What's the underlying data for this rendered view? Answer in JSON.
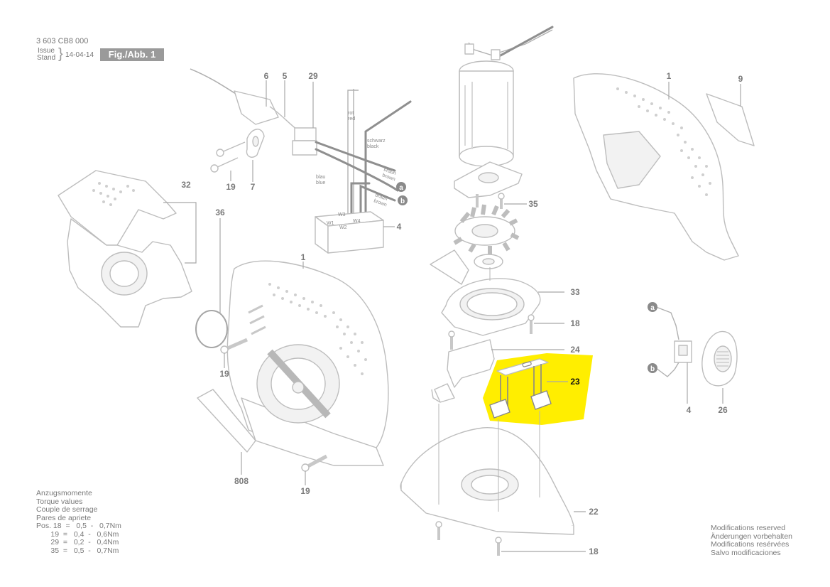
{
  "header": {
    "doc_number": "3 603 CB8 000",
    "issue_label": "Issue",
    "stand_label": "Stand",
    "date": "14-04-14",
    "fig_label": "Fig./Abb. 1"
  },
  "part_labels": {
    "p6": "6",
    "p5": "5",
    "p29": "29",
    "p1_top": "1",
    "p9": "9",
    "p19_a": "19",
    "p7": "7",
    "p32": "32",
    "p36": "36",
    "p4_block": "4",
    "p1_mid": "1",
    "p35": "35",
    "p33": "33",
    "p18_a": "18",
    "p24": "24",
    "p23": "23",
    "p19_b": "19",
    "p808": "808",
    "p19_c": "19",
    "p22": "22",
    "p18_b": "18",
    "p4_right": "4",
    "p26": "26"
  },
  "wire_labels": {
    "rot": "rot",
    "red": "red",
    "schwarz": "schwarz",
    "black": "black",
    "braun1": "braun",
    "brown1": "brown",
    "braun2": "braun",
    "brown2": "brown",
    "blau": "blau",
    "blue": "blue",
    "w1": "W1",
    "w2": "W2",
    "w3": "W3",
    "w4": "W4",
    "conn_a": "a",
    "conn_b": "b",
    "conn_a2": "a",
    "conn_b2": "b"
  },
  "torque": {
    "title_lines": [
      "Anzugsmomente",
      "Torque values",
      "Couple de serrage",
      "Pares de apriete"
    ],
    "rows": [
      "Pos. 18  =   0,5  -   0,7Nm",
      "       19  =   0,4  -   0,6Nm",
      "       29  =   0,2  -   0,4Nm",
      "       35  =   0,5  -   0,7Nm"
    ]
  },
  "modifications": [
    "Modifications reserved",
    "Änderungen vorbehalten",
    "Modifications resérvées",
    "Salvo modificaciones"
  ],
  "colors": {
    "highlight": "#ffee00",
    "fig_tag_bg": "#9a9a9a",
    "line": "#bdbdbd"
  }
}
